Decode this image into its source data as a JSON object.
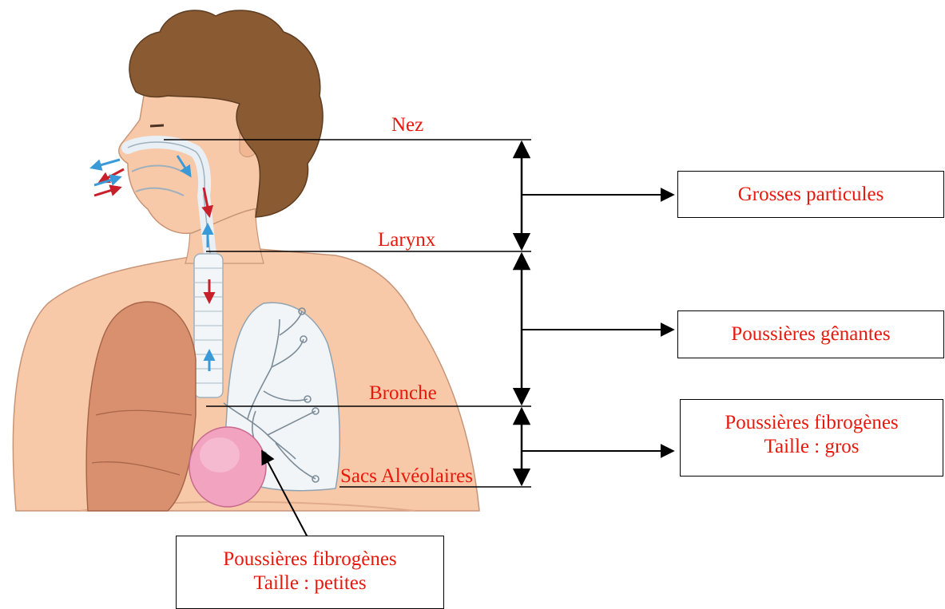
{
  "colors": {
    "label": "#e8180c",
    "line": "#000000",
    "skin": "#f8c9a8",
    "hair": "#8a5b33",
    "lung": "#d9906f",
    "heart": "#f2a3c0",
    "arrow_in": "#3a9ad8",
    "arrow_out": "#c8202a"
  },
  "levels": {
    "nez": "Nez",
    "larynx": "Larynx",
    "bronche": "Bronche",
    "sacs": "Sacs Alvéolaires"
  },
  "boxes": {
    "grosses": "Grosses particules",
    "genantes": "Poussières gênantes",
    "fibro_gros": {
      "line1": "Poussières fibrogènes",
      "line2": "Taille : gros"
    },
    "fibro_petites": {
      "line1": "Poussières fibrogènes",
      "line2": "Taille : petites"
    }
  },
  "illustration": {
    "icons": [
      "human-head-icon",
      "respiratory-tract-icon",
      "lung-icon",
      "heart-icon",
      "airflow-arrows-icon"
    ]
  }
}
